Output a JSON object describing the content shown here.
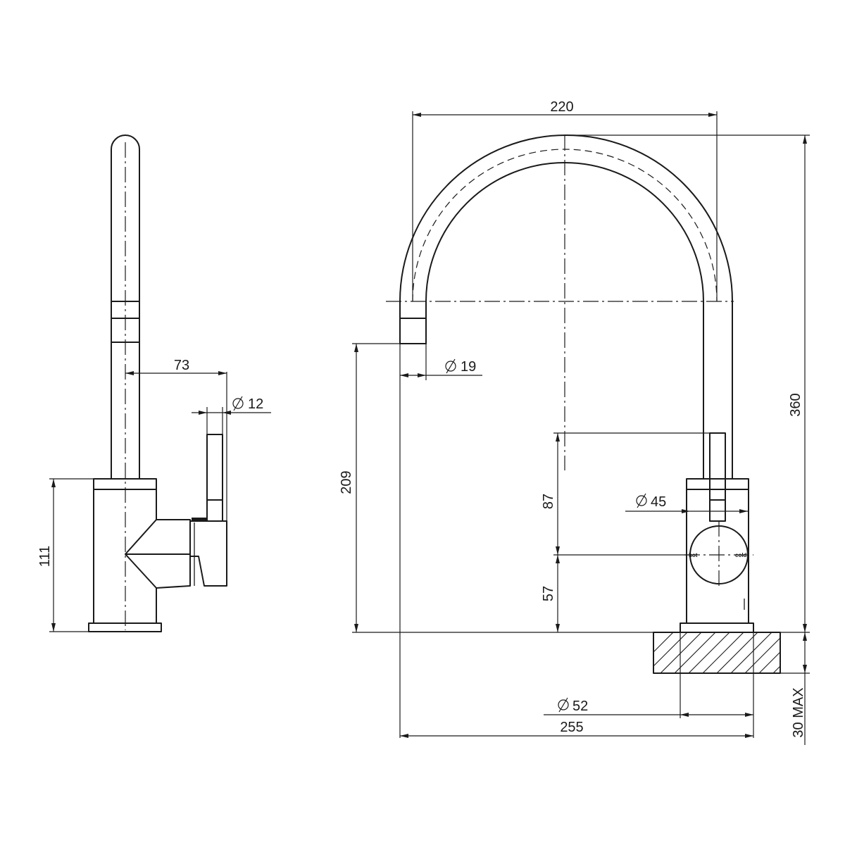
{
  "colors": {
    "line": "#1a1a1a",
    "background": "#ffffff"
  },
  "side_view": {
    "dim_spout_offset": "73",
    "dim_handle_dia": "12",
    "dim_body_height": "111"
  },
  "front_view": {
    "dim_reach": "220",
    "dim_outlet_dia": "19",
    "dim_outlet_height": "209",
    "dim_handle_height": "87",
    "dim_handle_dia": "45",
    "dim_handle_center": "57",
    "dim_overall_height": "360",
    "dim_base_dia": "52",
    "dim_overall_length": "255",
    "dim_deck_thickness": "30 MAX",
    "label_hot": "hot",
    "label_cold": "cold"
  }
}
